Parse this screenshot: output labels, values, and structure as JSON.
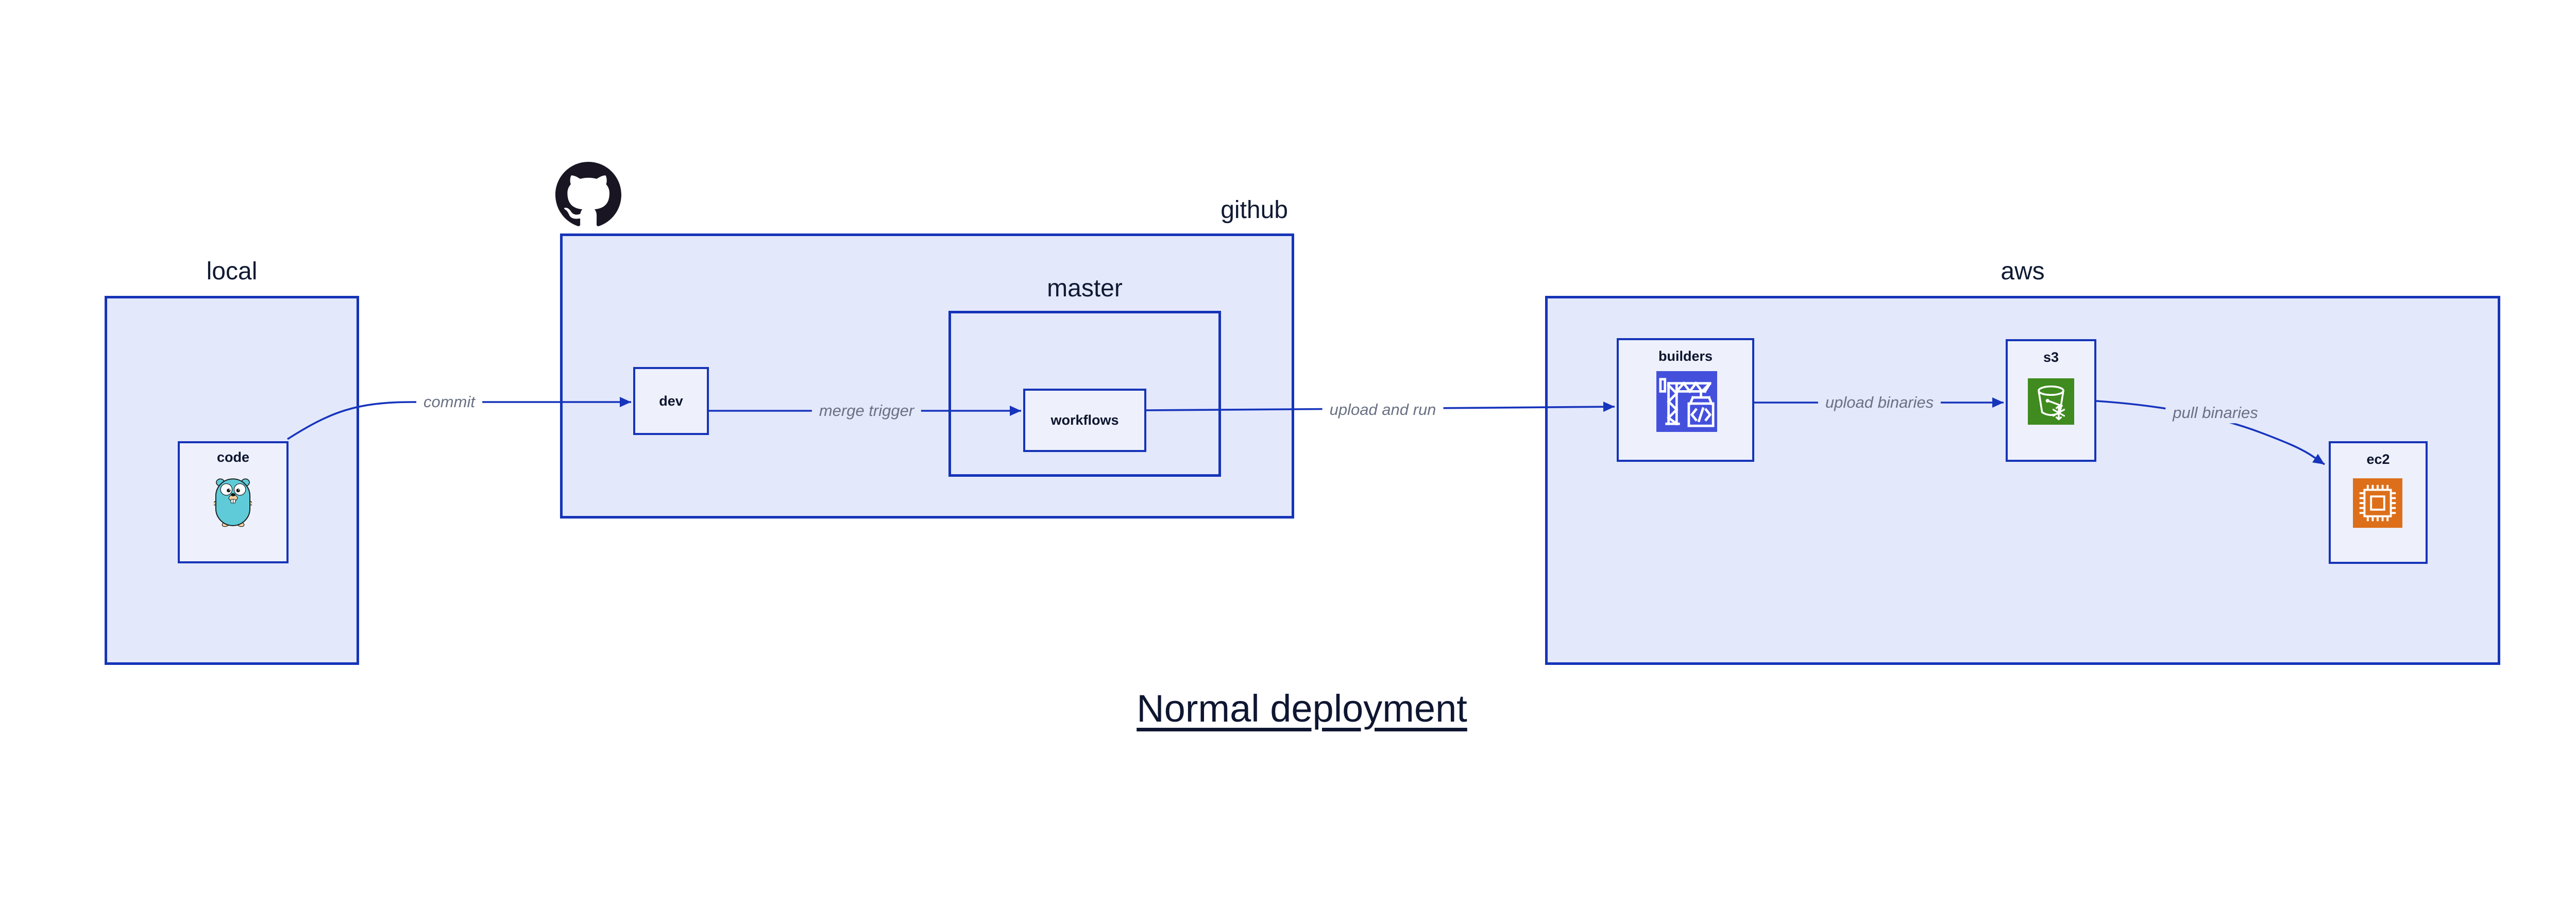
{
  "title": {
    "text": "Normal deployment"
  },
  "containers": {
    "local": {
      "label": "local"
    },
    "github": {
      "label": "github"
    },
    "master": {
      "label": "master"
    },
    "aws": {
      "label": "aws"
    }
  },
  "nodes": {
    "code": {
      "label": "code",
      "icon": "go-gopher-icon"
    },
    "dev": {
      "label": "dev"
    },
    "workflows": {
      "label": "workflows"
    },
    "builders": {
      "label": "builders",
      "icon": "codebuild-crane-icon"
    },
    "s3": {
      "label": "s3",
      "icon": "s3-bucket-icon"
    },
    "ec2": {
      "label": "ec2",
      "icon": "ec2-chip-icon"
    }
  },
  "edges": [
    {
      "from": "code",
      "to": "dev",
      "label": "commit"
    },
    {
      "from": "dev",
      "to": "workflows",
      "label": "merge trigger"
    },
    {
      "from": "workflows",
      "to": "builders",
      "label": "upload and run"
    },
    {
      "from": "builders",
      "to": "s3",
      "label": "upload binaries"
    },
    {
      "from": "s3",
      "to": "ec2",
      "label": "pull binaries"
    }
  ],
  "icons": {
    "github_logo": "github-octocat-logo",
    "code": "go-gopher-icon",
    "builders": "codebuild-crane-icon",
    "s3": "s3-bucket-icon",
    "ec2": "ec2-chip-icon"
  },
  "colors": {
    "border_blue": "#1634b8",
    "arrow_blue": "#1634bc",
    "container_fill": "#e3e8fb",
    "node_fill": "#eef1fc",
    "label_navy": "#0d152e",
    "edge_label_gray": "#6a7183",
    "builders_icon_bg": "#4450dc",
    "s3_icon_bg": "#3f8b1f",
    "ec2_icon_bg": "#dd6f1a",
    "gopher_teal": "#5fcbd8",
    "github_black": "#191523",
    "page_bg": "#ffffff"
  }
}
